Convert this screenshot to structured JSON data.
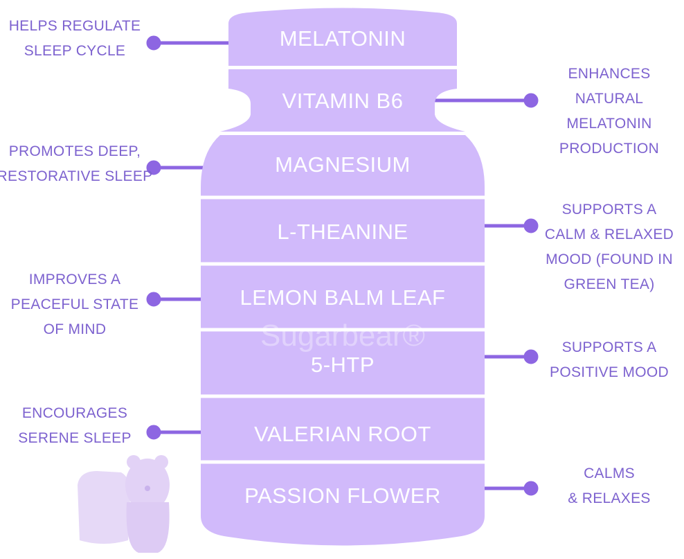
{
  "brand_watermark": "Sugarbear®",
  "colors": {
    "bottle": "#d1bafb",
    "text_accent": "#7d62cf",
    "connector": "#8d66e2"
  },
  "ingredients": [
    {
      "name": "MELATONIN",
      "benefit": [
        "HELPS REGULATE",
        "SLEEP CYCLE"
      ],
      "side": "left"
    },
    {
      "name": "VITAMIN B6",
      "benefit": [
        "ENHANCES",
        "NATURAL",
        "MELATONIN",
        "PRODUCTION"
      ],
      "side": "right"
    },
    {
      "name": "MAGNESIUM",
      "benefit": [
        "PROMOTES DEEP,",
        "RESTORATIVE SLEEP"
      ],
      "side": "left"
    },
    {
      "name": "L-THEANINE",
      "benefit": [
        "SUPPORTS A",
        "CALM & RELAXED",
        "MOOD (FOUND IN",
        "GREEN TEA)"
      ],
      "side": "right"
    },
    {
      "name": "LEMON BALM LEAF",
      "benefit": [
        "IMPROVES A",
        "PEACEFUL STATE",
        "OF MIND"
      ],
      "side": "left"
    },
    {
      "name": "5-HTP",
      "benefit": [
        "SUPPORTS A",
        "POSITIVE MOOD"
      ],
      "side": "right"
    },
    {
      "name": "VALERIAN ROOT",
      "benefit": [
        "ENCOURAGES",
        "SERENE SLEEP"
      ],
      "side": "left"
    },
    {
      "name": "PASSION FLOWER",
      "benefit": [
        "CALMS",
        "& RELAXES"
      ],
      "side": "right"
    }
  ]
}
